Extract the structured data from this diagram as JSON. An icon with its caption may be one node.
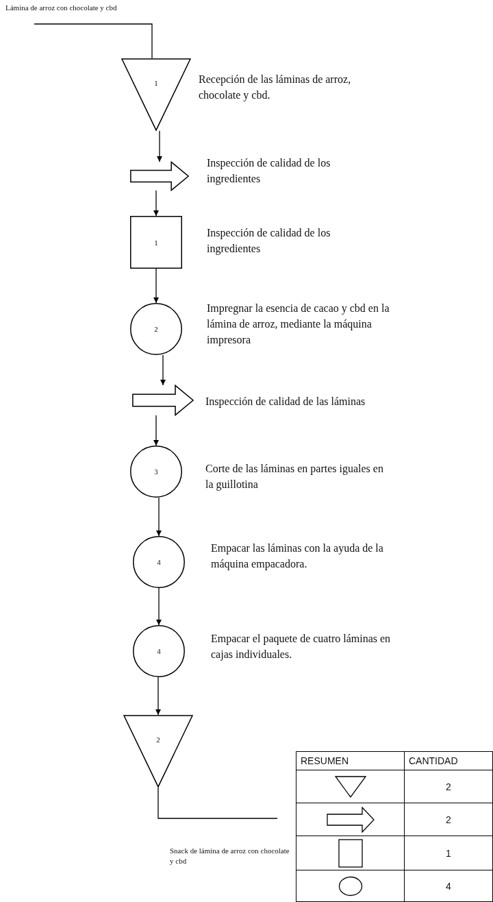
{
  "diagram": {
    "nodes": [
      {
        "text": [
          "Lámina de arroz con chocolate y cbd"
        ]
      },
      {
        "text": [
          "1"
        ],
        "beside": [
          "Recepción de las láminas de arroz, chocolate y cbd."
        ]
      },
      {
        "text": [],
        "shape": "arrow",
        "beside": [
          "Inspección de calidad de los ingredientes"
        ]
      },
      {
        "text": [
          "1"
        ],
        "beside": [
          "Inspección de calidad de los ingredientes"
        ]
      },
      {
        "text": [
          "2"
        ],
        "beside": [
          "Impregnar la esencia de cacao y cbd en la lámina de arroz, mediante la máquina impresora"
        ]
      },
      {
        "text": [],
        "shape": "arrow",
        "beside": [
          "Inspección de calidad de las láminas"
        ]
      },
      {
        "text": [
          "3"
        ],
        "beside": [
          "Corte de las láminas en partes iguales en la guillotina"
        ]
      },
      {
        "text": [
          "4"
        ],
        "beside": [
          "Empacar las láminas con la ayuda de la máquina empacadora."
        ]
      },
      {
        "text": [
          "4"
        ],
        "beside": [
          "Empacar el paquete de cuatro láminas en cajas individuales."
        ]
      },
      {
        "text": [
          "2"
        ]
      },
      {
        "text": [
          "Snack de lámina de arroz con chocolate y cbd"
        ]
      }
    ],
    "edges": [
      {
        "from": 0,
        "to": 1,
        "arrow": "none"
      },
      {
        "from": 1,
        "to": 2,
        "arrow": "to"
      },
      {
        "from": 2,
        "to": 3,
        "arrow": "to"
      },
      {
        "from": 3,
        "to": 4,
        "arrow": "to"
      },
      {
        "from": 4,
        "to": 5,
        "arrow": "to"
      },
      {
        "from": 5,
        "to": 6,
        "arrow": "to"
      },
      {
        "from": 6,
        "to": 7,
        "arrow": "to"
      },
      {
        "from": 7,
        "to": 8,
        "arrow": "to"
      },
      {
        "from": 8,
        "to": 9,
        "arrow": "to"
      },
      {
        "from": 9,
        "to": 10,
        "arrow": "none"
      }
    ],
    "labels": [
      "RESUMEN",
      "CANTIDAD",
      "2",
      "2",
      "1",
      "4"
    ]
  }
}
